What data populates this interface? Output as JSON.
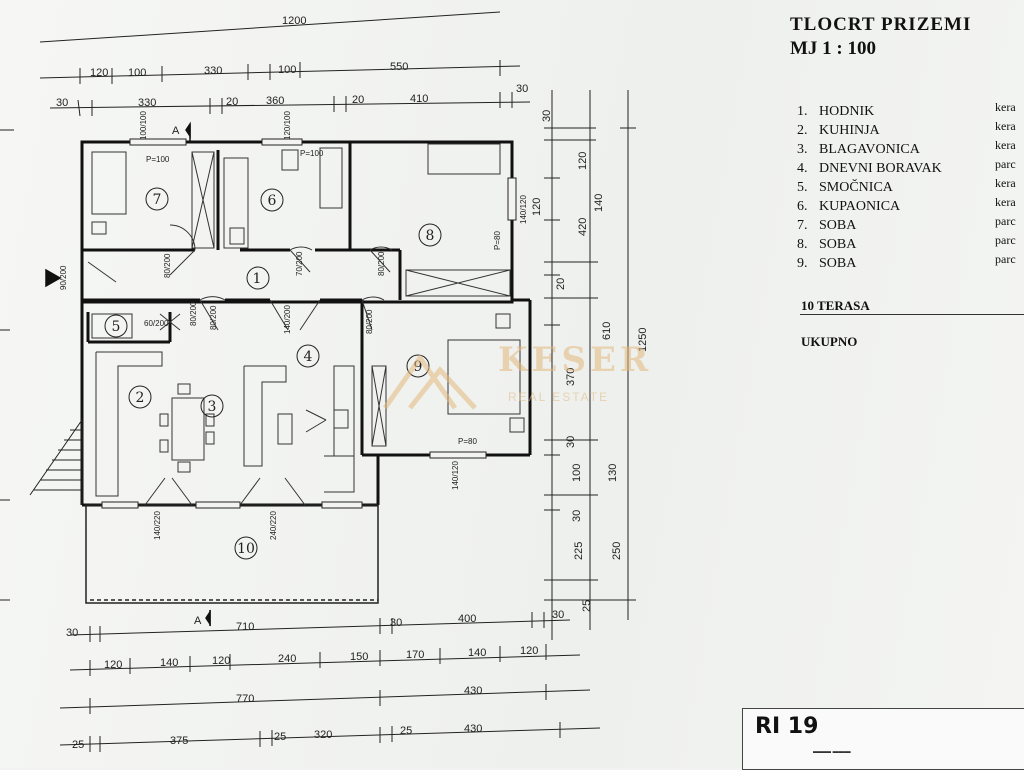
{
  "plan": {
    "title": "TLOCRT PRIZEMI",
    "scale": "MJ 1 : 100",
    "rooms": [
      {
        "num": "1.",
        "name": "HODNIK",
        "mat": "kera"
      },
      {
        "num": "2.",
        "name": "KUHINJA",
        "mat": "kera"
      },
      {
        "num": "3.",
        "name": "BLAGAVONICA",
        "mat": "kera"
      },
      {
        "num": "4.",
        "name": "DNEVNI BORAVAK",
        "mat": "parc"
      },
      {
        "num": "5.",
        "name": "SMOČNICA",
        "mat": "kera"
      },
      {
        "num": "6.",
        "name": "KUPAONICA",
        "mat": "kera"
      },
      {
        "num": "7.",
        "name": "SOBA",
        "mat": "parc"
      },
      {
        "num": "8.",
        "name": "SOBA",
        "mat": "parc"
      },
      {
        "num": "9.",
        "name": "SOBA",
        "mat": "parc"
      }
    ],
    "terrace": "10 TERASA",
    "total": "UKUPNO",
    "room_numbers": [
      "1",
      "2",
      "3",
      "4",
      "5",
      "6",
      "7",
      "8",
      "9",
      "10"
    ],
    "section_mark": "A",
    "dims_top": {
      "overall": "1200",
      "row1": [
        "120",
        "100",
        "330",
        "100",
        "550"
      ],
      "row2": [
        "30",
        "330",
        "20",
        "360",
        "20",
        "410",
        "30"
      ]
    },
    "dims_right": {
      "col1": [
        "30",
        "120",
        "140",
        "120",
        "20",
        "370",
        "30",
        "100",
        "30",
        "225",
        "25"
      ],
      "col2": [
        "420",
        "610",
        "130",
        "250"
      ],
      "overall": "1250"
    },
    "dims_bottom": {
      "row1": [
        "30",
        "710",
        "30",
        "400",
        "30"
      ],
      "row2": [
        "120",
        "140",
        "120",
        "240",
        "150",
        "170",
        "140",
        "120"
      ],
      "row3": [
        "770",
        "430"
      ],
      "row4": [
        "25",
        "375",
        "25",
        "320",
        "25",
        "430"
      ]
    },
    "doors": [
      "P=100",
      "P=100",
      "P=80",
      "P=80",
      "90/200",
      "60/200",
      "80/200",
      "80/200",
      "70/200",
      "80/200",
      "80/200",
      "140/200",
      "80/200",
      "140/220",
      "240/220",
      "140/120",
      "140/120",
      "100/100",
      "120/100"
    ],
    "watermark": {
      "name": "KESER",
      "sub": "REAL ESTATE"
    },
    "stamp": {
      "logo": "RI 19"
    }
  }
}
